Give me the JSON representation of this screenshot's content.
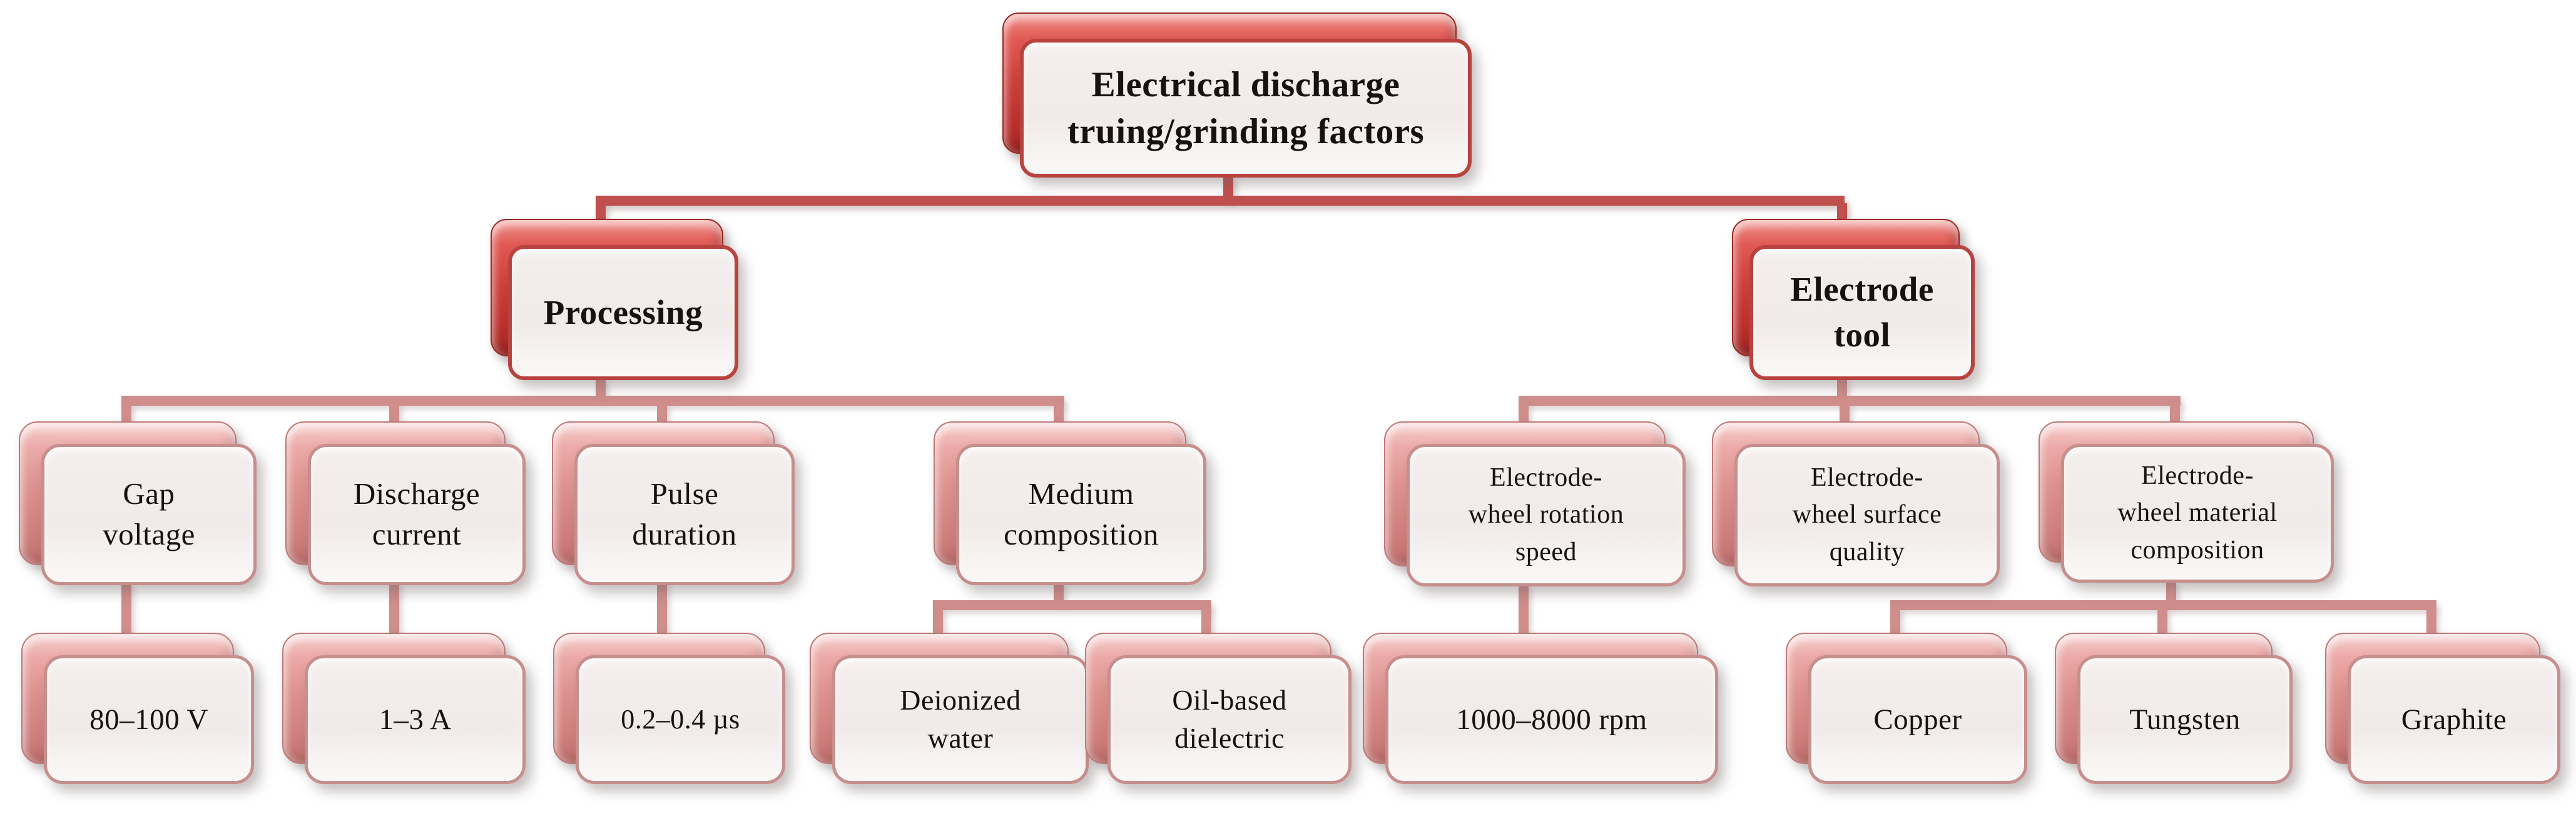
{
  "figure": {
    "type": "hierarchy-diagram",
    "title": "Electrical discharge truing/grinding factors",
    "levels": 4
  },
  "colors": {
    "level1_accent": "#c0504d",
    "lower_accent": "#cf8d8b",
    "back_plate_red": "#cf403c",
    "back_plate_rose": "#dd928f",
    "box_face": "#f2edec",
    "box_border_red": "#b8423e",
    "box_border_rose": "#c68e8c",
    "text": "#171212",
    "background": "#ffffff"
  },
  "nodes": {
    "root": {
      "label": "Electrical discharge\ntruing/grinding factors",
      "level": 1,
      "parent": null
    },
    "processing": {
      "label": "Processing",
      "level": 2,
      "parent": "root"
    },
    "electrode_tool": {
      "label": "Electrode\ntool",
      "level": 2,
      "parent": "root"
    },
    "gap_voltage": {
      "label": "Gap\nvoltage",
      "level": 3,
      "parent": "processing"
    },
    "discharge_current": {
      "label": "Discharge\ncurrent",
      "level": 3,
      "parent": "processing"
    },
    "pulse_duration": {
      "label": "Pulse\nduration",
      "level": 3,
      "parent": "processing"
    },
    "medium_composition": {
      "label": "Medium\ncomposition",
      "level": 3,
      "parent": "processing"
    },
    "wheel_rotation_speed": {
      "label": "Electrode-\nwheel rotation\nspeed",
      "level": 3,
      "parent": "electrode_tool"
    },
    "wheel_surface_quality": {
      "label": "Electrode-\nwheel surface\nquality",
      "level": 3,
      "parent": "electrode_tool"
    },
    "wheel_material_composition": {
      "label": "Electrode-\nwheel material\ncomposition",
      "level": 3,
      "parent": "electrode_tool"
    },
    "gap_voltage_value": {
      "label": "80–100 V",
      "level": 4,
      "parent": "gap_voltage"
    },
    "discharge_current_value": {
      "label": "1–3 A",
      "level": 4,
      "parent": "discharge_current"
    },
    "pulse_duration_value": {
      "label": "0.2–0.4 µs",
      "level": 4,
      "parent": "pulse_duration"
    },
    "deionized_water": {
      "label": "Deionized\nwater",
      "level": 4,
      "parent": "medium_composition"
    },
    "oil_based_dielectric": {
      "label": "Oil-based\ndielectric",
      "level": 4,
      "parent": "medium_composition"
    },
    "rotation_speed_value": {
      "label": "1000–8000 rpm",
      "level": 4,
      "parent": "wheel_rotation_speed"
    },
    "copper": {
      "label": "Copper",
      "level": 4,
      "parent": "wheel_material_composition"
    },
    "tungsten": {
      "label": "Tungsten",
      "level": 4,
      "parent": "wheel_material_composition"
    },
    "graphite": {
      "label": "Graphite",
      "level": 4,
      "parent": "wheel_material_composition"
    }
  }
}
